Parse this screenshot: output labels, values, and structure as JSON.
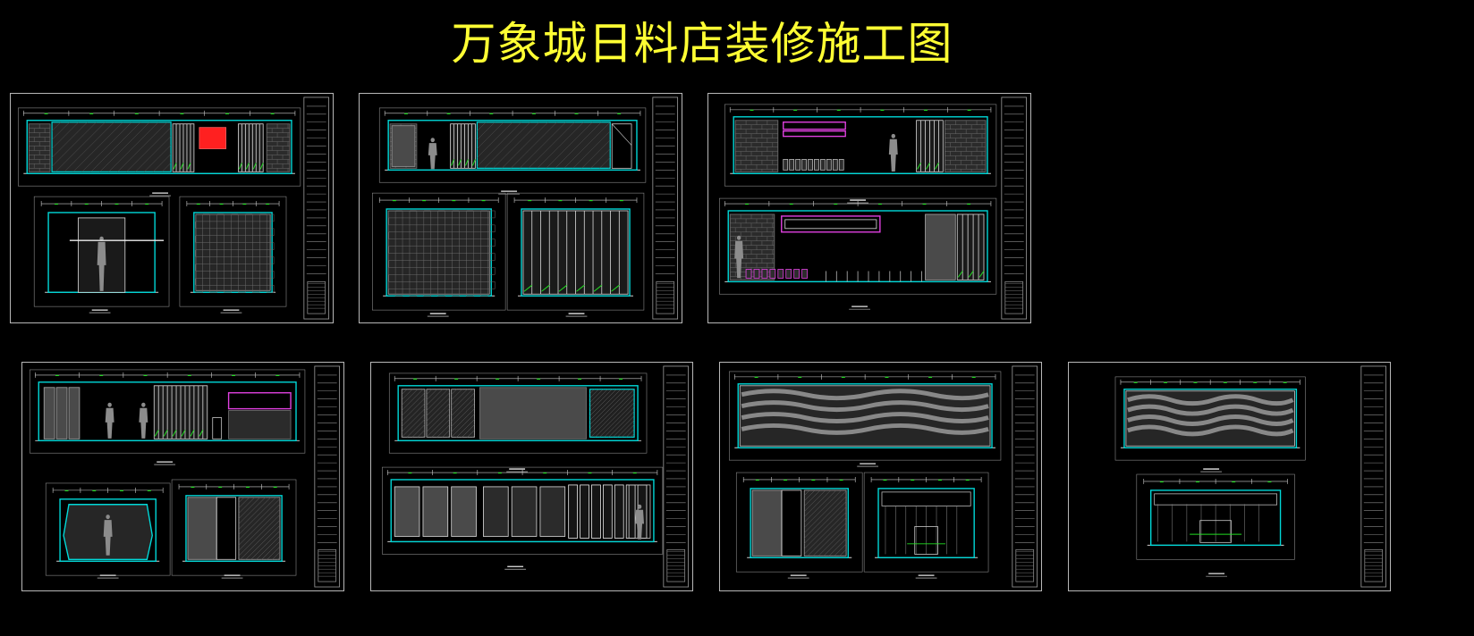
{
  "title": "万象城日料店装修施工图",
  "colors": {
    "background": "#000000",
    "title": "#ffff33",
    "frame": "#b8b8b8",
    "wall_line": "#00d8d8",
    "accent_green": "#22dd22",
    "accent_magenta": "#e040e0",
    "accent_red": "#ff2020",
    "fill_dark": "#2b2b2b",
    "fill_mid": "#4a4a4a"
  },
  "sheets": [
    {
      "id": "sheet-1",
      "views": [
        "elevation-wide-logo",
        "elevation-door",
        "elevation-panel"
      ]
    },
    {
      "id": "sheet-2",
      "views": [
        "elevation-wide-figures",
        "elevation-panel",
        "elevation-slats"
      ]
    },
    {
      "id": "sheet-3",
      "views": [
        "elevation-wide-magenta",
        "elevation-wide-counter"
      ]
    },
    {
      "id": "sheet-4",
      "views": [
        "elevation-wide-slats",
        "elevation-niche",
        "elevation-section"
      ]
    },
    {
      "id": "sheet-5",
      "views": [
        "elevation-wide-panels",
        "elevation-wide-doors"
      ]
    },
    {
      "id": "sheet-6",
      "views": [
        "elevation-wave",
        "elevation-section",
        "elevation-room"
      ]
    },
    {
      "id": "sheet-7",
      "views": [
        "elevation-wave",
        "elevation-room"
      ]
    }
  ]
}
